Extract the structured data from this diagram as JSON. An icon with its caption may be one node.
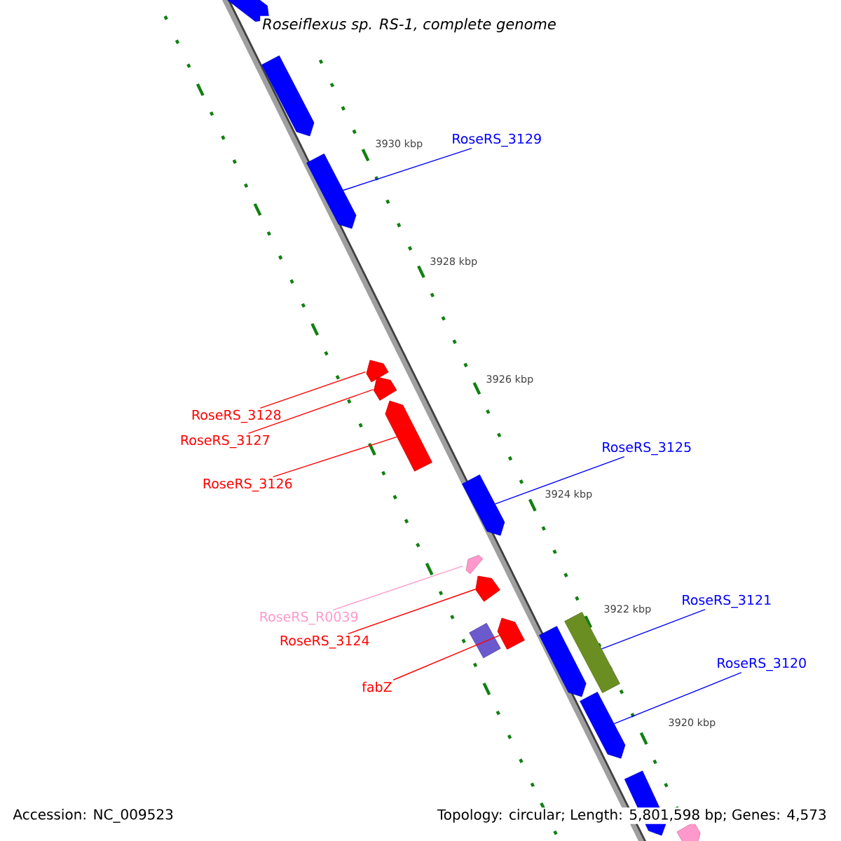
{
  "diagram": {
    "title": "Roseiflexus sp. RS-1, complete genome",
    "nodes": [
      {
        "text": [],
        "shape": "pentagon"
      },
      {
        "text": [],
        "shape": "pentagon"
      },
      {
        "text": [
          "RoseRS_3129"
        ]
      },
      {
        "text": [],
        "shape": "pentagon"
      },
      {
        "text": [],
        "shape": "pentagon"
      },
      {
        "text": [],
        "shape": "pentagon"
      },
      {
        "text": [
          "RoseRS_3128"
        ]
      },
      {
        "text": [],
        "shape": "pentagon"
      },
      {
        "text": [
          "RoseRS_3127"
        ]
      },
      {
        "text": [
          "RoseRS_3125"
        ]
      },
      {
        "text": [
          "RoseRS_3126"
        ]
      },
      {
        "text": [],
        "shape": "pentagon"
      },
      {
        "text": [],
        "shape": "pentagon"
      },
      {
        "text": [],
        "shape": "pentagon"
      },
      {
        "text": [
          "RoseRS_3121"
        ]
      },
      {
        "text": [
          "RoseRS_R0039"
        ]
      },
      {
        "text": [],
        "shape": "pentagon"
      },
      {
        "text": [],
        "shape": "box"
      },
      {
        "text": [
          "RoseRS_3124"
        ]
      },
      {
        "text": [],
        "shape": "box"
      },
      {
        "text": [],
        "shape": "pentagon"
      },
      {
        "text": [
          "RoseRS_3120"
        ]
      },
      {
        "text": [
          "fabZ"
        ]
      },
      {
        "text": [],
        "shape": "pentagon"
      },
      {
        "text": [],
        "shape": "pentagon"
      },
      {
        "text": [],
        "shape": "pentagon"
      }
    ],
    "edges": [
      {
        "from": 2,
        "to": 3,
        "arrow": "none",
        "color": "#0000ff"
      },
      {
        "from": 6,
        "to": 4,
        "arrow": "none"
      },
      {
        "from": 8,
        "to": 5,
        "arrow": "none"
      },
      {
        "from": 10,
        "to": 7,
        "arrow": "none"
      },
      {
        "from": 9,
        "to": 11,
        "arrow": "none",
        "color": "#0000ff"
      },
      {
        "from": 15,
        "to": 12,
        "arrow": "none",
        "color": "#ff99cc"
      },
      {
        "from": 18,
        "to": 13,
        "arrow": "none"
      },
      {
        "from": 22,
        "to": 16,
        "arrow": "none"
      },
      {
        "from": 14,
        "to": 19,
        "arrow": "none",
        "color": "#0000ff"
      },
      {
        "from": 21,
        "to": 23,
        "arrow": "none",
        "color": "#0000ff"
      }
    ],
    "labels": [
      "3930 kbp",
      "3928 kbp",
      "3926 kbp",
      "3924 kbp",
      "3922 kbp",
      "3920 kbp",
      "Accession: NC_009523",
      "Topology: circular; Length: 5,801,598 bp; Genes: 4,573"
    ]
  }
}
